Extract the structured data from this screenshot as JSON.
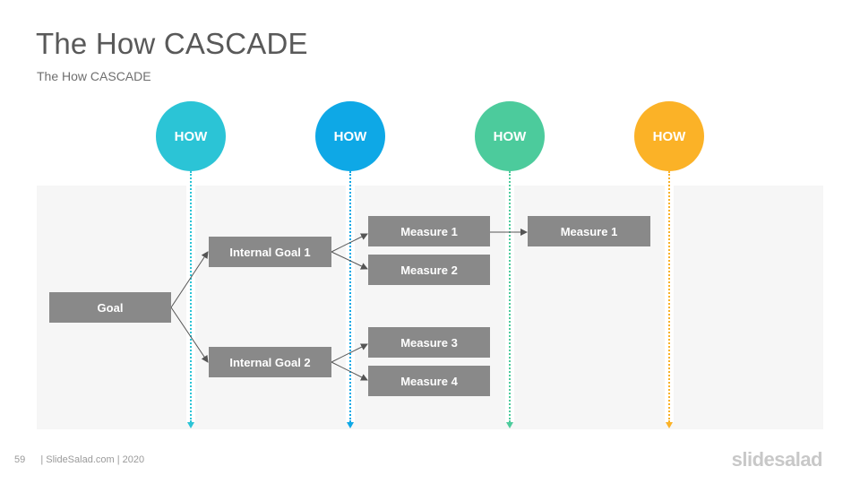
{
  "header": {
    "title": "The How CASCADE",
    "subtitle": "The How CASCADE"
  },
  "columns": [
    {
      "label": "HOW",
      "color": "#2bc4d6"
    },
    {
      "label": "HOW",
      "color": "#0ea8e6"
    },
    {
      "label": "HOW",
      "color": "#4ccb9c"
    },
    {
      "label": "HOW",
      "color": "#fbb227"
    }
  ],
  "nodes": {
    "goal": "Goal",
    "internal_goal_1": "Internal Goal 1",
    "internal_goal_2": "Internal Goal 2",
    "measure_1": "Measure 1",
    "measure_2": "Measure 2",
    "measure_3": "Measure 3",
    "measure_4": "Measure 4",
    "measure_1b": "Measure 1"
  },
  "colors": {
    "box": "#898989",
    "connector": "#555555",
    "panel": "#f6f6f6"
  },
  "footer": {
    "page_number": "59",
    "credit": "| SlideSalad.com | 2020",
    "logo": "slidesalad"
  }
}
